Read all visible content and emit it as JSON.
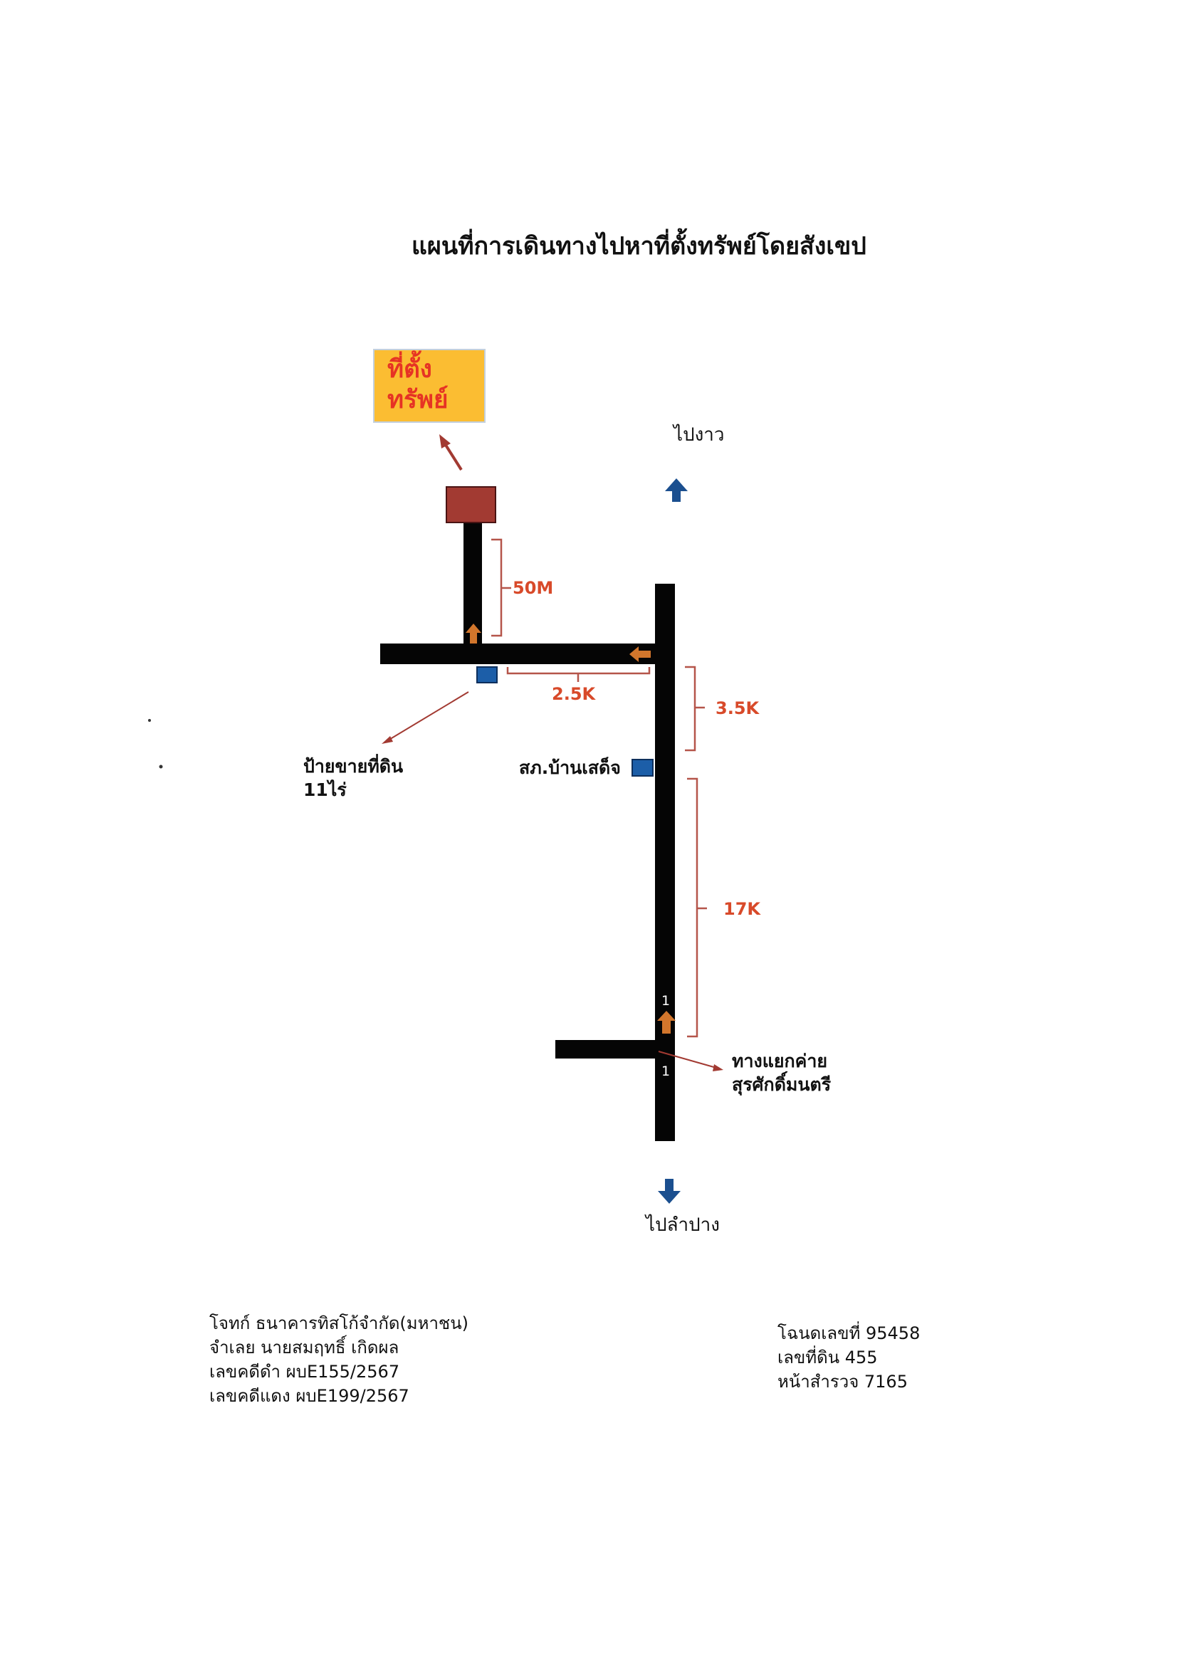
{
  "title": "แผนที่การเดินทางไปหาที่ตั้งทรัพย์โดยสังเขป",
  "property_box": {
    "line1": "ที่ตั้ง",
    "line2": "ทรัพย์"
  },
  "directions": {
    "north": "ไปงาว",
    "south": "ไปลำปาง"
  },
  "distances": {
    "to_property": "50M",
    "side_road": "2.5K",
    "segment_upper": "3.5K",
    "segment_lower": "17K"
  },
  "landmarks": {
    "sign": {
      "line1": "ป้ายขายที่ดิน",
      "line2": "11ไร่"
    },
    "police_station": "สภ.บ้านเสด็จ",
    "junction": {
      "line1": "ทางแยกค่าย",
      "line2": "สุรศักดิ์มนตรี"
    }
  },
  "road_numbers": [
    "1",
    "1"
  ],
  "case_info": [
    "โจทก์ ธนาคารทิสโก้จำกัด(มหาชน)",
    "จำเลย นายสมฤทธิ์ เกิดผล",
    "เลขคดีดำ ผบE155/2567",
    "เลขคดีแดง ผบE199/2567"
  ],
  "deed_info": [
    "โฉนดเลขที่ 95458",
    "เลขที่ดิน 455",
    "หน้าสำรวจ  7165"
  ],
  "colors": {
    "road": "#050505",
    "property_marker": "#a23a32",
    "property_box_fill": "#fbbd32",
    "property_box_text": "#e63324",
    "distance_text": "#d84a2a",
    "bracket": "#b5554a",
    "orange_arrow": "#d2762c",
    "blue_arrow": "#1b4f8f",
    "landmark_square": "#1c5ea8"
  }
}
